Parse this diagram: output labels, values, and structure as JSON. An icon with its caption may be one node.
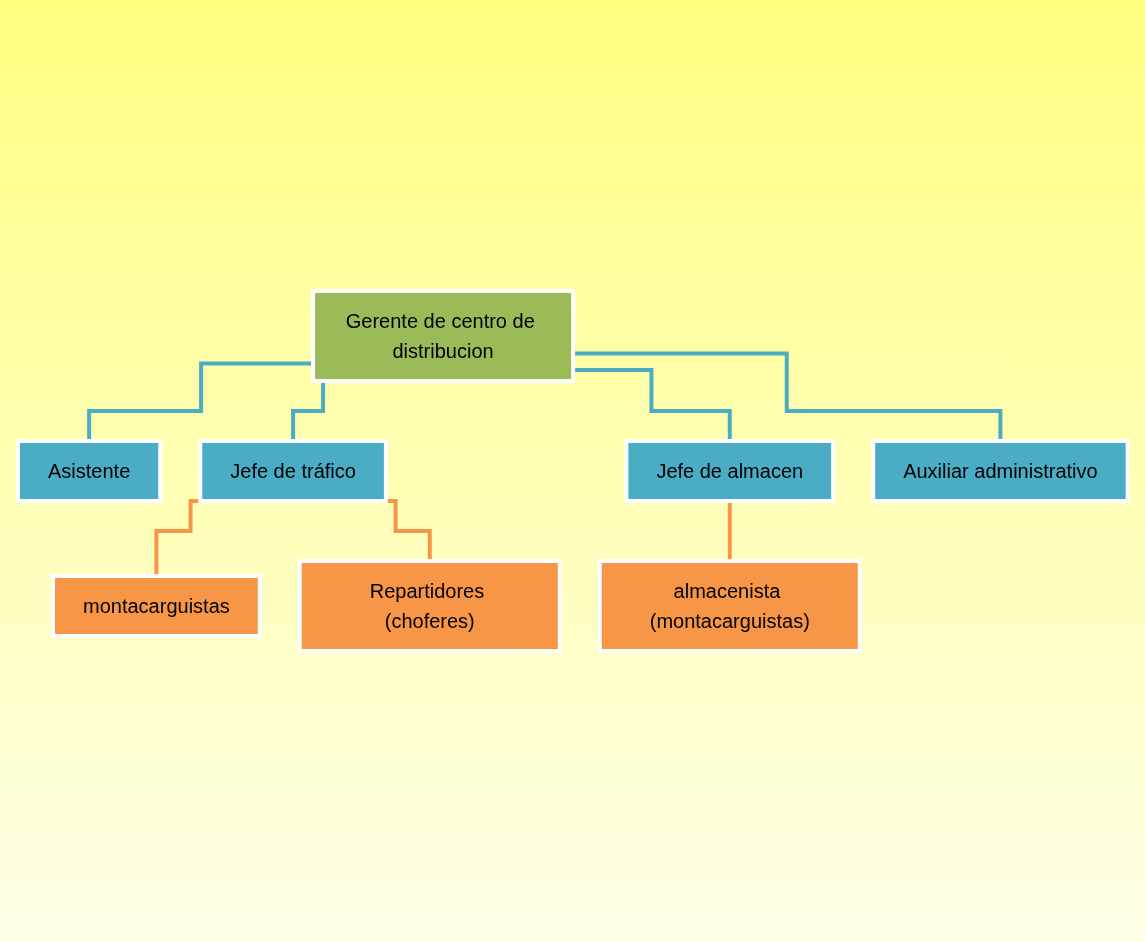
{
  "diagram": {
    "nodes": [
      {
        "text": [
          "Gerente de centro de distribucion"
        ]
      },
      {
        "text": [
          "Asistente"
        ]
      },
      {
        "text": [
          "Jefe de tráfico"
        ]
      },
      {
        "text": [
          "Jefe de almacen"
        ]
      },
      {
        "text": [
          "Auxiliar administrativo"
        ]
      },
      {
        "text": [
          "montacarguistas"
        ]
      },
      {
        "text": [
          "Repartidores (choferes)"
        ]
      },
      {
        "text": [
          "almacenista (montacarguistas)"
        ]
      }
    ],
    "edges": [
      {
        "from": 0,
        "to": 1,
        "arrow": "none"
      },
      {
        "from": 0,
        "to": 2,
        "arrow": "none"
      },
      {
        "from": 0,
        "to": 3,
        "arrow": "none"
      },
      {
        "from": 0,
        "to": 4,
        "arrow": "none"
      },
      {
        "from": 2,
        "to": 5,
        "arrow": "none",
        "color": "#f79646"
      },
      {
        "from": 2,
        "to": 6,
        "arrow": "none",
        "color": "#f79646"
      },
      {
        "from": 3,
        "to": 7,
        "arrow": "none",
        "color": "#f79646"
      }
    ]
  }
}
